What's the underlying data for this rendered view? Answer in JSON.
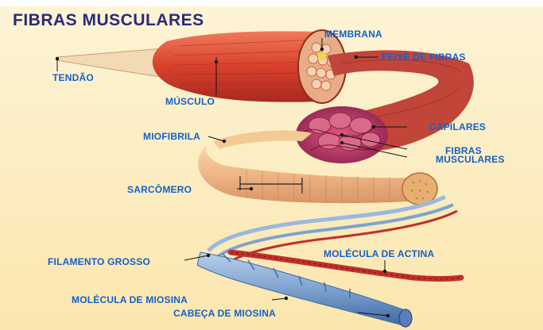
{
  "title": "FIBRAS MUSCULARES",
  "labels": {
    "membrana": "MEMBRANA",
    "feixe": "FEIXE DE FIBRAS",
    "tendao": "TENDÃO",
    "musculo": "MÚSCULO",
    "capilares": "CAPILARES",
    "fibras_musculares_1": "FIBRAS",
    "fibras_musculares_2": "MUSCULARES",
    "miofibrila": "MIOFIBRILA",
    "sarcomero": "SARCÔMERO",
    "molecula_actina": "MOLÉCULA DE ACTINA",
    "filamento_grosso": "FILAMENTO GROSSO",
    "molecula_miosina": "MOLÉCULA DE MIOSINA",
    "cabeca_miosina": "CABEÇA DE MIOSINA"
  },
  "colors": {
    "background": "#fdf0c8",
    "title": "#2a2a78",
    "label": "#1560c8",
    "muscle": "#d8402c",
    "muscle_light": "#f07a5a",
    "fascicle": "#c2453a",
    "capillaries": "#b02040",
    "myofibril": "#f2c49a",
    "myofibril_end": "#e8a468",
    "filament": "#7fa3cf",
    "filament_dark": "#3e6aa6",
    "actin": "#c0302a"
  }
}
